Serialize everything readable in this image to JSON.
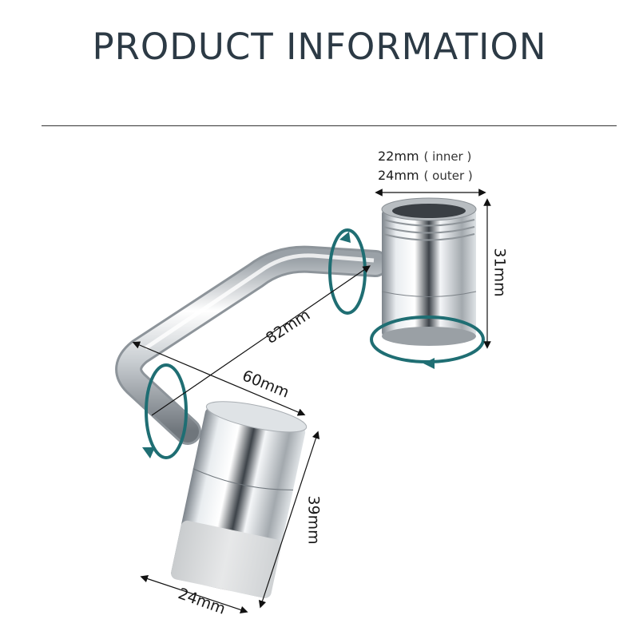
{
  "header": {
    "title": "PRODUCT INFORMATION"
  },
  "specs": {
    "inner": {
      "size": "22mm",
      "note": "( inner )"
    },
    "outer": {
      "size": "24mm",
      "note": "( outer )"
    }
  },
  "dimensions": {
    "top_height": "31mm",
    "arm_length": "82mm",
    "arm_depth": "60mm",
    "aerator_height": "39mm",
    "aerator_width": "24mm"
  },
  "colors": {
    "title": "#2c3a45",
    "rotation_arrow": "#1f6e73",
    "chrome": "#c8ccd0"
  }
}
